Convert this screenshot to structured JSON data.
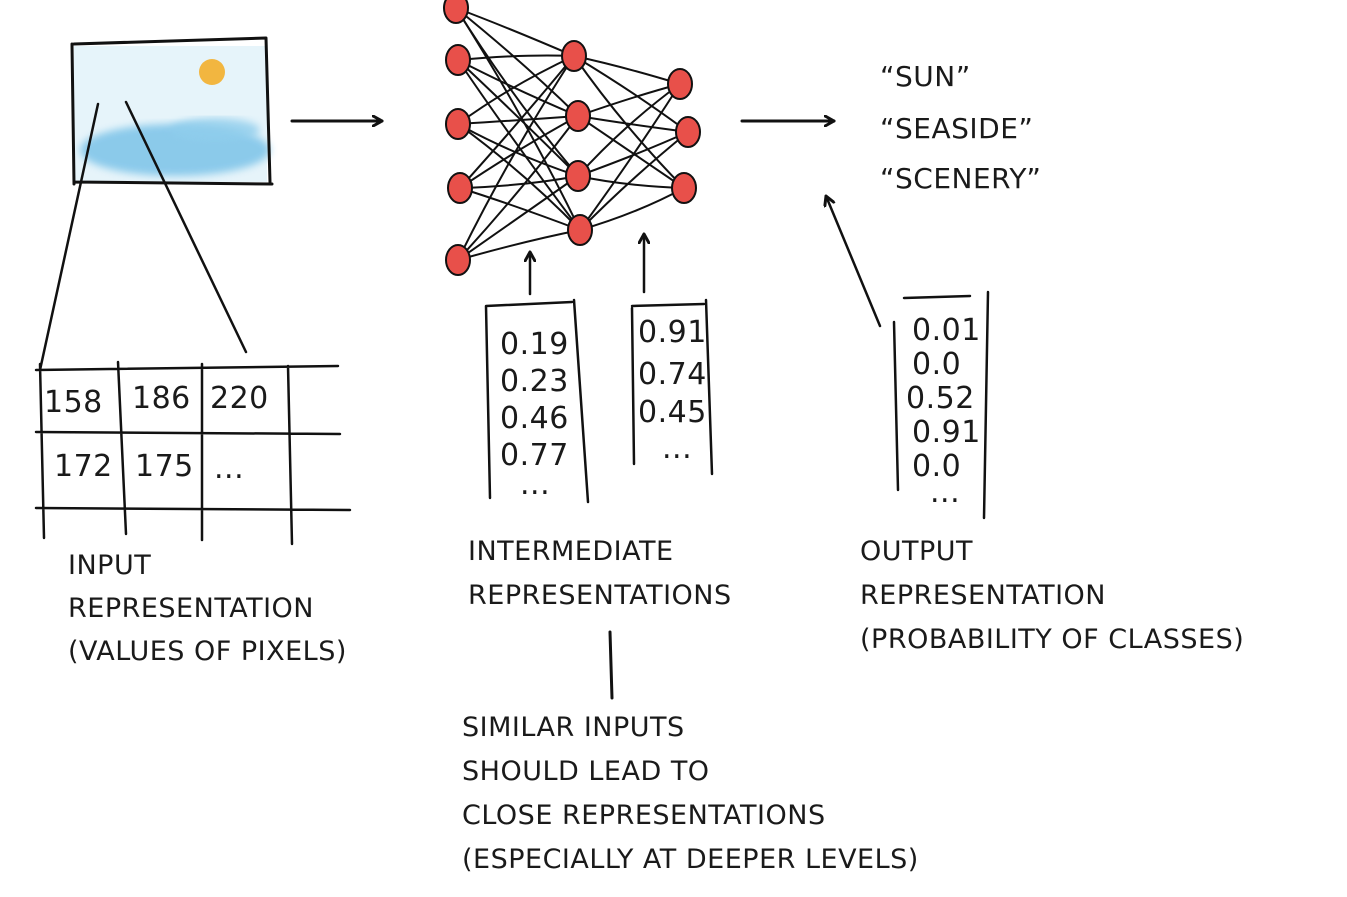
{
  "input": {
    "pixel_values": [
      [
        "158",
        "186",
        "220"
      ],
      [
        "172",
        "175",
        "..."
      ]
    ],
    "caption": [
      "INPUT",
      "REPRESENTATION",
      "(VALUES OF PIXELS)"
    ]
  },
  "intermediate": {
    "vector_1": [
      "0.19",
      "0.23",
      "0.46",
      "0.77",
      "..."
    ],
    "vector_2": [
      "0.91",
      "0.74",
      "0.45",
      "..."
    ],
    "caption": [
      "INTERMEDIATE",
      "REPRESENTATIONS"
    ]
  },
  "output": {
    "vector": [
      "0.01",
      "0.0",
      "0.52",
      "0.91",
      "0.0",
      "..."
    ],
    "caption": [
      "OUTPUT",
      "REPRESENTATION",
      "(PROBABILITY OF CLASSES)"
    ],
    "classes": [
      "“SUN”",
      "“SEASIDE”",
      "“SCENERY”"
    ]
  },
  "note": {
    "lines": [
      "SIMILAR INPUTS",
      "SHOULD LEAD TO",
      "CLOSE REPRESENTATIONS",
      "(ESPECIALLY AT DEEPER LEVELS)"
    ]
  },
  "colors": {
    "neuron": "#e8504a",
    "sky": "#d7eef7",
    "sea": "#6fbde6",
    "sun": "#f2b640",
    "ink": "#111111"
  }
}
